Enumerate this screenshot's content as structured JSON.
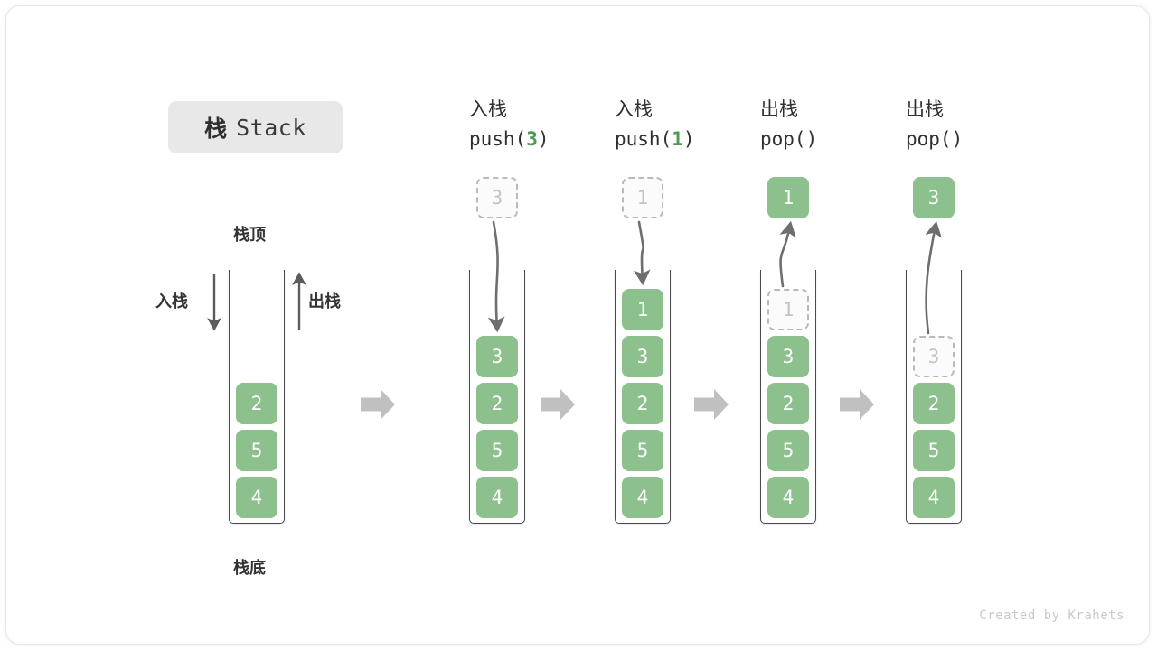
{
  "title": {
    "cjk": "栈",
    "latin": "Stack"
  },
  "labels": {
    "top": "栈顶",
    "bottom": "栈底",
    "push_side": "入栈",
    "pop_side": "出栈"
  },
  "colors": {
    "cell_fill": "#8cc08c",
    "cell_text": "#ffffff",
    "ghost_border": "#b9b9b9",
    "ghost_text": "#c3c3c3",
    "accent_green": "#4e9a51",
    "tube_stroke": "#4a4a4a",
    "flow_arrow": "#c0c0c0",
    "motion_arrow": "#6e6e6e",
    "title_chip_bg": "#e8e8e8"
  },
  "columns": [
    {
      "id": "initial",
      "header_cjk": "",
      "header_code": "",
      "header_arg": "",
      "cells": [
        {
          "value": "2",
          "state": "solid"
        },
        {
          "value": "5",
          "state": "solid"
        },
        {
          "value": "4",
          "state": "solid"
        }
      ],
      "floating": null
    },
    {
      "id": "push-3",
      "header_cjk": "入栈",
      "header_code_prefix": "push(",
      "header_arg": "3",
      "header_code_suffix": ")",
      "cells": [
        {
          "value": "3",
          "state": "solid"
        },
        {
          "value": "2",
          "state": "solid"
        },
        {
          "value": "5",
          "state": "solid"
        },
        {
          "value": "4",
          "state": "solid"
        }
      ],
      "floating": {
        "value": "3",
        "state": "ghost",
        "direction": "in"
      }
    },
    {
      "id": "push-1",
      "header_cjk": "入栈",
      "header_code_prefix": "push(",
      "header_arg": "1",
      "header_code_suffix": ")",
      "cells": [
        {
          "value": "1",
          "state": "solid"
        },
        {
          "value": "3",
          "state": "solid"
        },
        {
          "value": "2",
          "state": "solid"
        },
        {
          "value": "5",
          "state": "solid"
        },
        {
          "value": "4",
          "state": "solid"
        }
      ],
      "floating": {
        "value": "1",
        "state": "ghost",
        "direction": "in"
      }
    },
    {
      "id": "pop-1",
      "header_cjk": "出栈",
      "header_code_prefix": "pop(",
      "header_arg": "",
      "header_code_suffix": ")",
      "cells": [
        {
          "value": "1",
          "state": "ghost"
        },
        {
          "value": "3",
          "state": "solid"
        },
        {
          "value": "2",
          "state": "solid"
        },
        {
          "value": "5",
          "state": "solid"
        },
        {
          "value": "4",
          "state": "solid"
        }
      ],
      "floating": {
        "value": "1",
        "state": "solid",
        "direction": "out"
      }
    },
    {
      "id": "pop-3",
      "header_cjk": "出栈",
      "header_code_prefix": "pop(",
      "header_arg": "",
      "header_code_suffix": ")",
      "cells": [
        {
          "value": "3",
          "state": "ghost"
        },
        {
          "value": "2",
          "state": "solid"
        },
        {
          "value": "5",
          "state": "solid"
        },
        {
          "value": "4",
          "state": "solid"
        }
      ],
      "floating": {
        "value": "3",
        "state": "solid",
        "direction": "out"
      }
    }
  ],
  "flow_arrow_count": 4,
  "credit": "Created by Krahets"
}
